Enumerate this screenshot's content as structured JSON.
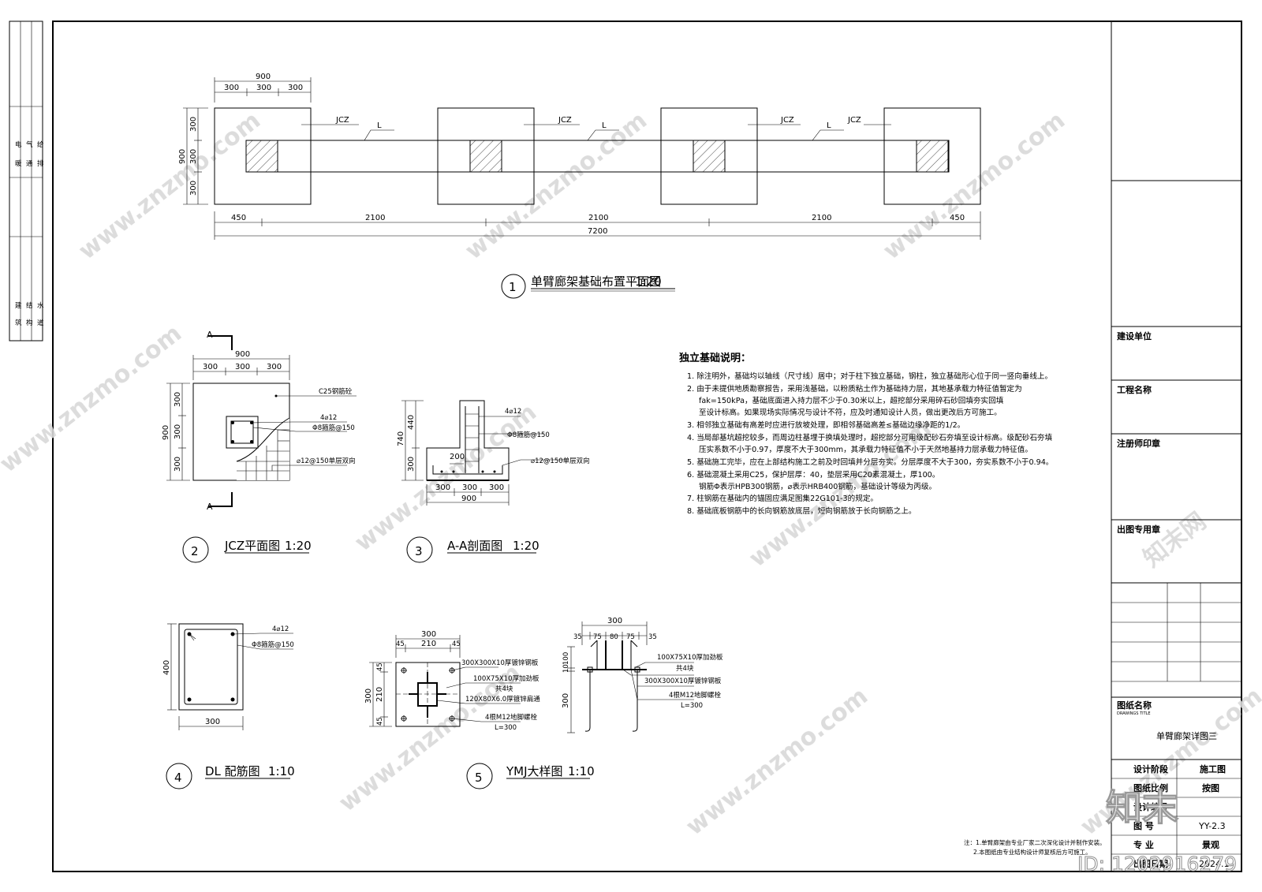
{
  "sidebar_left": {
    "top_labels": [
      "电",
      "气",
      "暖",
      "通",
      "给",
      "排"
    ],
    "bottom_labels": [
      "建",
      "筑",
      "结",
      "构",
      "水",
      "道"
    ]
  },
  "plan1": {
    "top_dims": {
      "total": "900",
      "parts": [
        "300",
        "300",
        "300"
      ]
    },
    "side_dims": {
      "total": "900",
      "parts": [
        "300",
        "300",
        "300"
      ]
    },
    "labels": [
      "JCZ",
      "L",
      "JCZ",
      "L",
      "JCZ",
      "L",
      "JCZ"
    ],
    "bottom_dims": [
      "450",
      "2100",
      "2100",
      "2100",
      "450"
    ],
    "bottom_total": "7200",
    "title": {
      "num": "1",
      "text": "单臂廊架基础布置平面图",
      "scale": "1:20"
    }
  },
  "jcz": {
    "section_mark": "A",
    "top_dims": {
      "total": "900",
      "parts": [
        "300",
        "300",
        "300"
      ]
    },
    "side_dims": {
      "total": "900",
      "parts": [
        "300",
        "300",
        "300"
      ]
    },
    "callouts": [
      "C25钢筋砼",
      "4⌀12",
      "Φ8箍筋@150",
      "⌀12@150单层双向"
    ],
    "title": {
      "num": "2",
      "text": "JCZ平面图",
      "scale": "1:20"
    }
  },
  "aa": {
    "side_dims": {
      "total": "740",
      "parts": [
        "440",
        "300"
      ]
    },
    "inner_dim": "200",
    "bottom_dims": {
      "parts": [
        "300",
        "300",
        "300"
      ],
      "total": "900"
    },
    "callouts": [
      "4⌀12",
      "Φ8箍筋@150",
      "⌀12@150单层双向"
    ],
    "title": {
      "num": "3",
      "text": "A-A剖面图",
      "scale": "1:20"
    }
  },
  "dl": {
    "dims": {
      "height": "400",
      "width": "300"
    },
    "callouts": [
      "4⌀12",
      "Φ8箍筋@150"
    ],
    "title": {
      "num": "4",
      "text": "DL  配筋图",
      "scale": "1:10"
    }
  },
  "ymj": {
    "plan_dims": {
      "total": "300",
      "parts": [
        "45",
        "210",
        "45"
      ]
    },
    "plan_side": {
      "total": "300",
      "parts": [
        "45",
        "210",
        "45"
      ]
    },
    "plan_callouts": [
      "300X300X10厚镀锌钢板",
      "100X75X10厚加劲板",
      "共4块",
      "120X80X6.0厚镀锌扁通",
      "4根M12地脚螺栓",
      "L=300"
    ],
    "sec_dims": {
      "total": "300",
      "parts": [
        "35",
        "75",
        "80",
        "75",
        "35"
      ]
    },
    "sec_side": [
      "10",
      "100",
      "300"
    ],
    "sec_callouts": [
      "100X75X10厚加劲板",
      "共4块",
      "300X300X10厚镀锌钢板",
      "4根M12地脚螺栓",
      "L=300"
    ],
    "title": {
      "num": "5",
      "text": "YMJ大样图",
      "scale": "1:10"
    }
  },
  "notes": {
    "heading": "独立基础说明：",
    "items": [
      "1. 除注明外，基础均以轴线（尺寸线）居中；对于柱下独立基础，钢柱，独立基础形心位于同一竖向垂线上。",
      "2. 由于未提供地质勘察报告，采用浅基础，以粉质粘土作为基础持力层，其地基承载力特征值暂定为",
      "fak=150kPa，基础底面进入持力层不少于0.30米以上，超挖部分采用碎石砂回填夯实回填",
      "至设计标高。如果现场实际情况与设计不符，应及时通知设计人员，做出更改后方可施工。",
      "3. 相邻独立基础有高差时应进行放坡处理，即相邻基础高差≤基础边缘净距的1/2。",
      "4. 当局部基坑超挖较多，而周边柱基埋于换填处理时，超挖部分可用级配砂石夯填至设计标高。级配砂石夯填",
      "压实系数不小于0.97，厚度不大于300mm，其承载力特征值不小于天然地基持力层承载力特征值。",
      "5. 基础施工完毕，应在上部结构施工之前及时回填并分层夯实。分层厚度不大于300，夯实系数不小于0.94。",
      "6. 基础混凝土采用C25，保护层厚：40，垫层采用C20素混凝土，厚100。",
      "钢筋Φ表示HPB300钢筋，⌀表示HRB400钢筋，基础设计等级为丙级。",
      "7. 柱钢筋在基础内的锚固应满足图集22G101-3的规定。",
      "8. 基础底板钢筋中的长向钢筋放底层，短向钢筋放于长向钢筋之上。"
    ]
  },
  "footnotes": [
    "注：1.单臂廊架由专业厂家二次深化设计并制作安装。",
    "2.本图纸由专业结构设计师复核后方可施工。"
  ],
  "title_block": {
    "construction_unit": "建设单位",
    "project_name": "工程名称",
    "registered_seal": "注册师印章",
    "issue_seal": "出图专用章",
    "drawing_name_label": "图纸名称",
    "drawing_name_en": "DRAWINGS TITLE",
    "drawing_name": "单臂廊架详图三",
    "rows": [
      {
        "label": "设计阶段",
        "value": "施工图"
      },
      {
        "label": "图纸比例",
        "value": "按图"
      },
      {
        "label": "设计编号",
        "value": ""
      },
      {
        "label": "图    号",
        "value": "YY-2.3"
      },
      {
        "label": "专    业",
        "value": "景观"
      },
      {
        "label": "出图日期",
        "value": "2024.1"
      }
    ]
  },
  "watermarks": {
    "site": "www.znzmo.com",
    "brand": "知末网",
    "logo": "知末",
    "id_text": "ID: 1202916279"
  }
}
